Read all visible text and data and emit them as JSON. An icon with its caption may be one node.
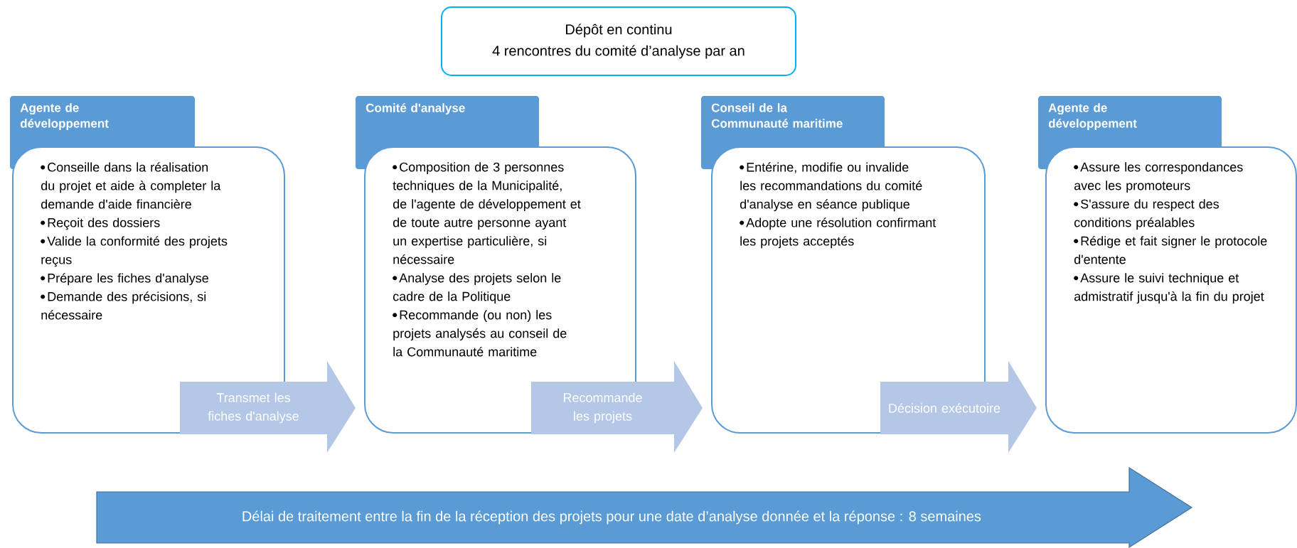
{
  "diagram": {
    "nodes": [
      {
        "text": [
          "Dépôt en continu",
          "4 rencontres du comité d’analyse par an"
        ]
      },
      {
        "text": [
          "Agente de développement",
          "Conseille dans la réalisation du projet et aide à completer la demande d'aide financière",
          "Reçoit des dossiers",
          "Valide la conformité des projets reçus",
          "Prépare les fiches d'analyse",
          "Demande des précisions, si nécessaire"
        ]
      },
      {
        "text": [
          "Comité d'analyse",
          "Composition de 3 personnes techniques de la Municipalité, de l'agente de développement et de toute autre personne ayant un expertise particulière, si nécessaire",
          "Analyse des projets selon le cadre de la Politique",
          "Recommande (ou non) les projets analysés au conseil de la Communauté maritime"
        ]
      },
      {
        "text": [
          "Conseil de la Communauté maritime",
          "Entérine, modifie ou invalide les recommandations du comité d'analyse en séance publique",
          "Adopte une résolution confirmant les projets acceptés"
        ]
      },
      {
        "text": [
          "Agente de développement",
          "Assure les correspondances avec les promoteurs",
          "S'assure du respect des conditions préalables",
          "Rédige et fait signer le protocole d'entente",
          "Assure le suivi technique et admistratif jusqu'à la fin du projet"
        ]
      },
      {
        "text": [
          "Délai de traitement entre la fin de la réception des projets pour une date d’analyse donnée et la réponse : 8 semaines"
        ]
      }
    ],
    "edges": [
      {
        "from": 1,
        "to": 2,
        "arrow": "to",
        "label": "Transmet les fiches d'analyse"
      },
      {
        "from": 2,
        "to": 3,
        "arrow": "to",
        "label": "Recommande les projets"
      },
      {
        "from": 3,
        "to": 4,
        "arrow": "to",
        "label": "Décision exécutoire"
      }
    ]
  }
}
